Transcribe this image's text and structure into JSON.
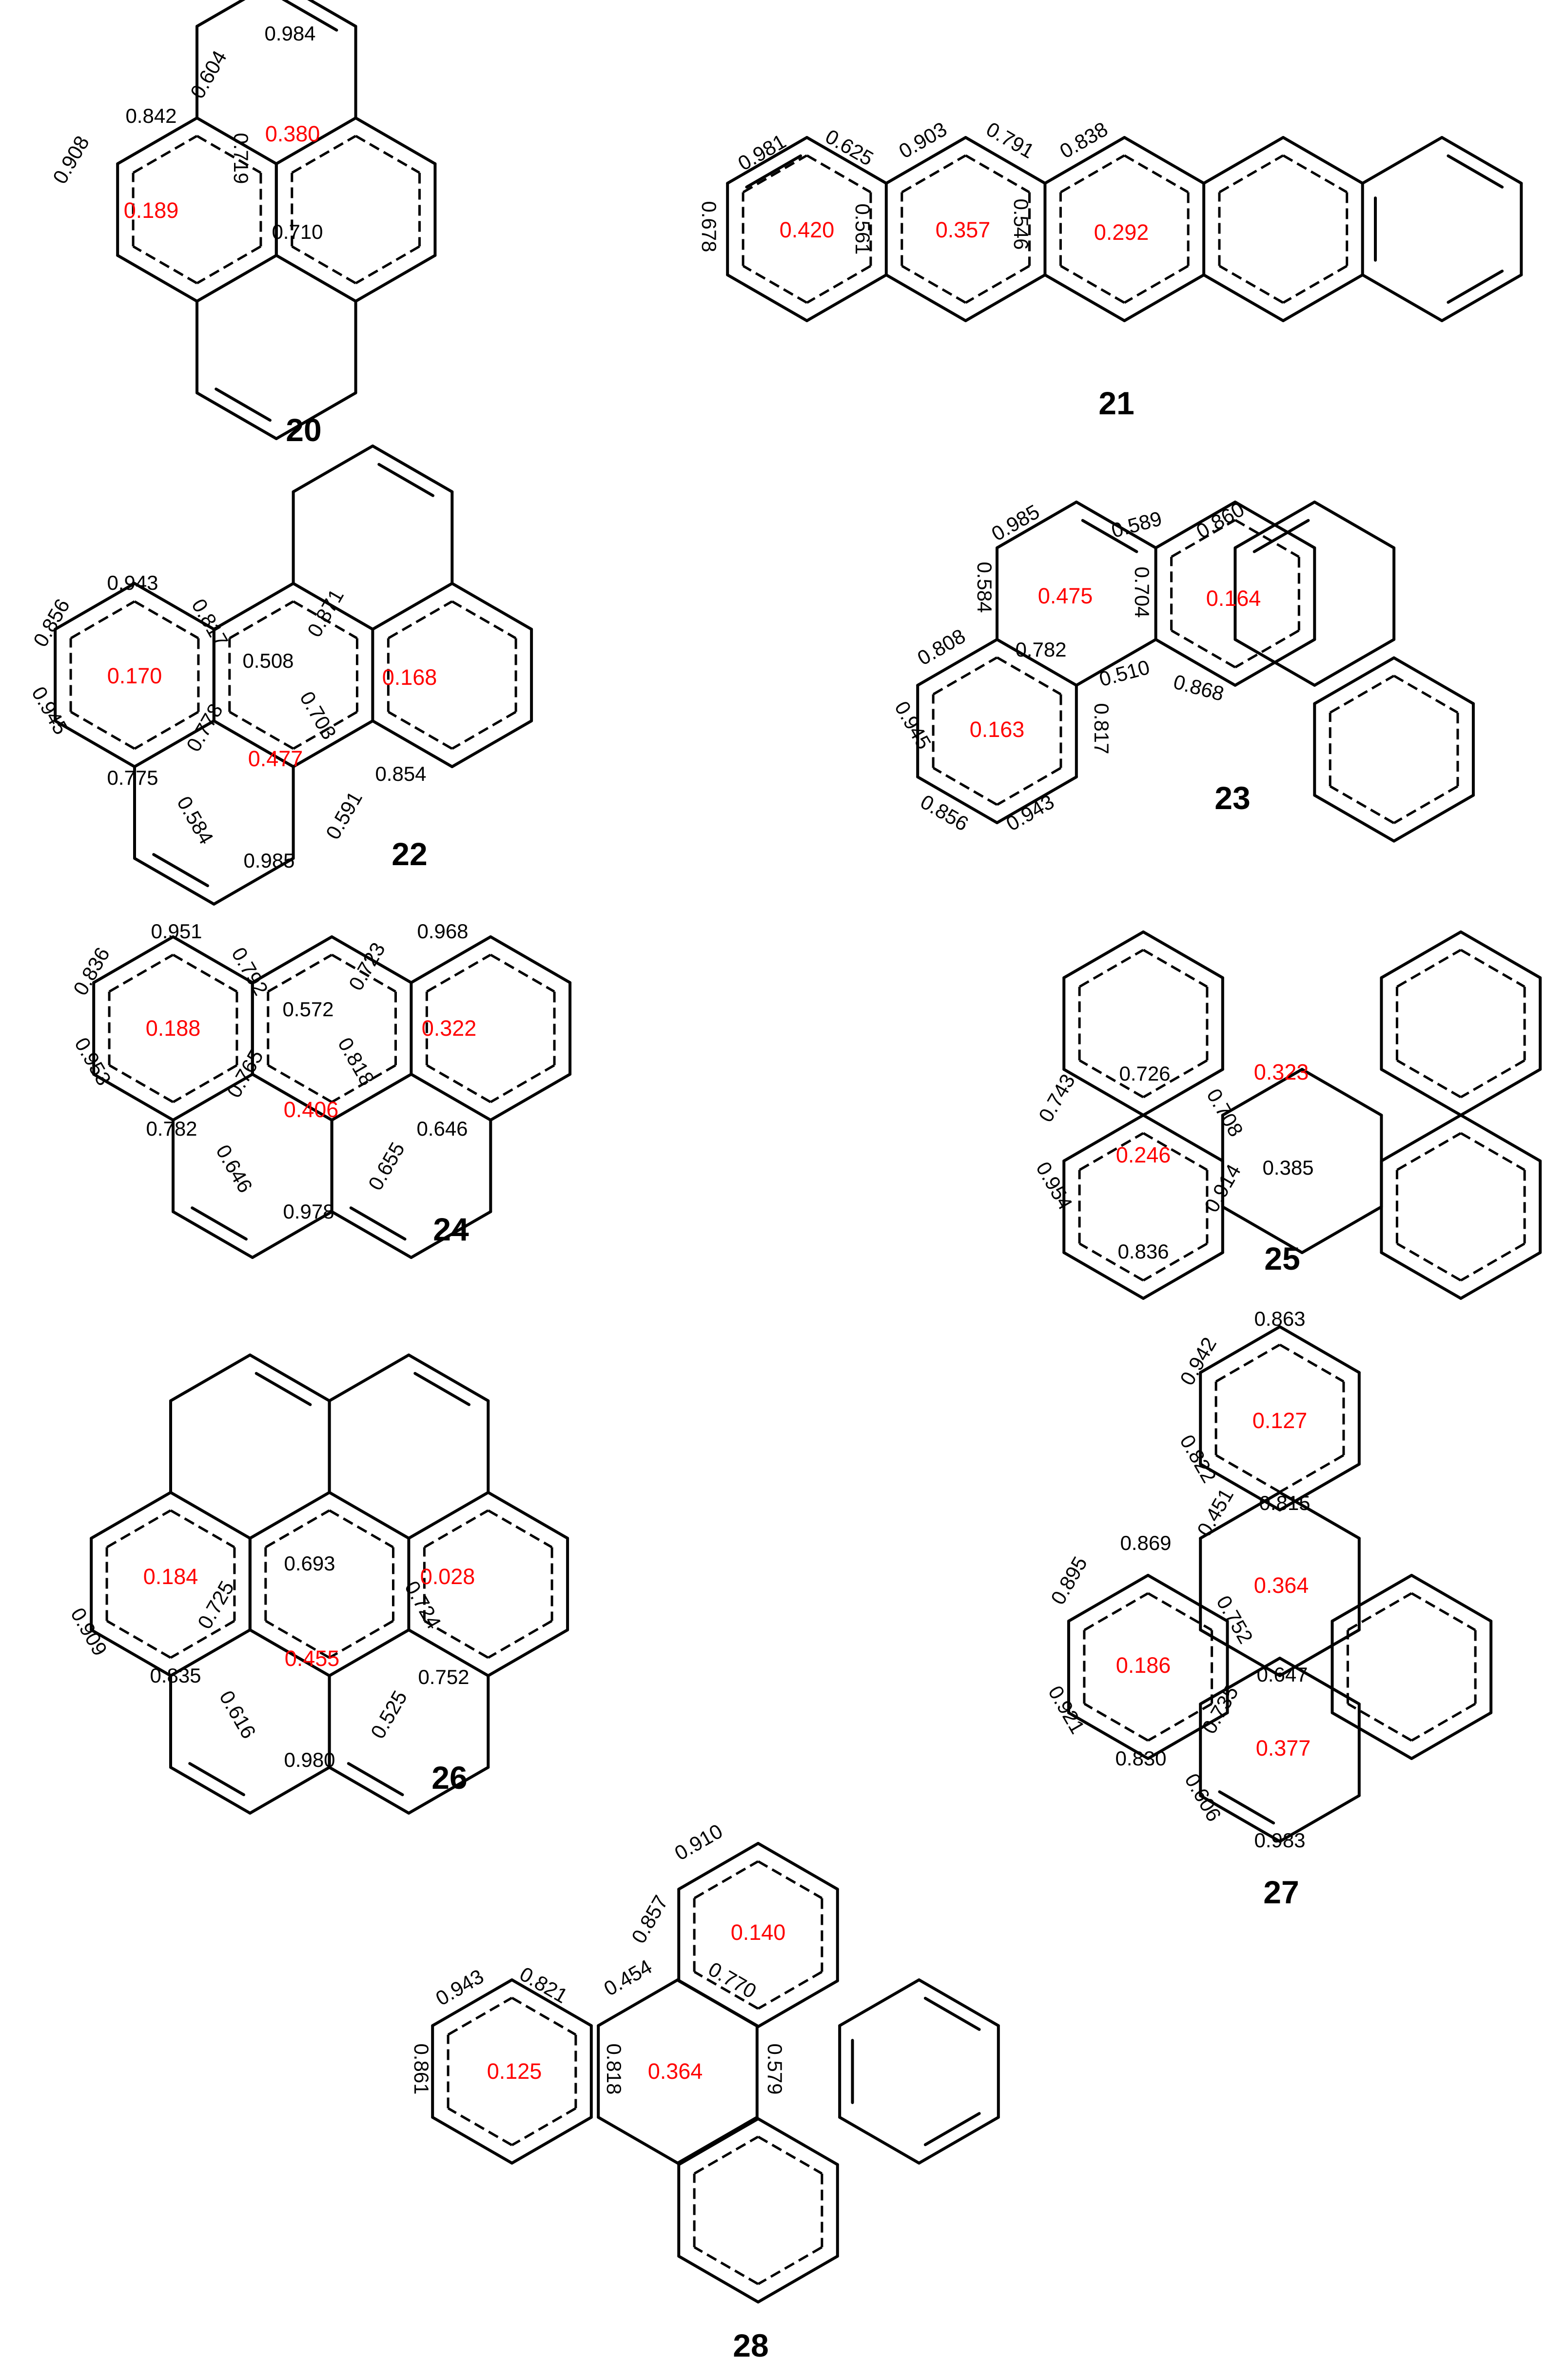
{
  "colors": {
    "bond": "#000000",
    "bond_label": "#000000",
    "ring_label": "#ff0000"
  },
  "compounds": [
    {
      "id": "20",
      "bond_labels": [
        "0.984",
        "0.604",
        "0.842",
        "0.908",
        "0.719",
        "0.710"
      ],
      "ring_labels": [
        "0.380",
        "0.189"
      ]
    },
    {
      "id": "21",
      "bond_labels": [
        "0.981",
        "0.625",
        "0.903",
        "0.791",
        "0.838",
        "0.678",
        "0.561",
        "0.546"
      ],
      "ring_labels": [
        "0.420",
        "0.357",
        "0.292"
      ]
    },
    {
      "id": "22",
      "bond_labels": [
        "0.943",
        "0.856",
        "0.817",
        "0.871",
        "0.508",
        "0.945",
        "0.778",
        "0.703",
        "0.775",
        "0.584",
        "0.591",
        "0.854",
        "0.985"
      ],
      "ring_labels": [
        "0.170",
        "0.168",
        "0.477"
      ]
    },
    {
      "id": "23",
      "bond_labels": [
        "0.985",
        "0.589",
        "0.860",
        "0.584",
        "0.704",
        "0.808",
        "0.782",
        "0.510",
        "0.868",
        "0.945",
        "0.817",
        "0.856",
        "0.943"
      ],
      "ring_labels": [
        "0.475",
        "0.164",
        "0.163"
      ]
    },
    {
      "id": "24",
      "bond_labels": [
        "0.951",
        "0.968",
        "0.836",
        "0.792",
        "0.723",
        "0.572",
        "0.953",
        "0.765",
        "0.818",
        "0.782",
        "0.646",
        "0.655",
        "0.646",
        "0.978"
      ],
      "ring_labels": [
        "0.188",
        "0.322",
        "0.406"
      ]
    },
    {
      "id": "25",
      "bond_labels": [
        "0.726",
        "0.743",
        "0.708",
        "0.954",
        "0.914",
        "0.385",
        "0.836"
      ],
      "ring_labels": [
        "0.323",
        "0.246"
      ]
    },
    {
      "id": "26",
      "bond_labels": [
        "0.693",
        "0.725",
        "0.724",
        "0.909",
        "0.835",
        "0.616",
        "0.525",
        "0.752",
        "0.980"
      ],
      "ring_labels": [
        "0.184",
        "0.028",
        "0.455"
      ]
    },
    {
      "id": "27",
      "bond_labels": [
        "0.863",
        "0.942",
        "0.822",
        "0.451",
        "0.815",
        "0.869",
        "0.895",
        "0.752",
        "0.647",
        "0.921",
        "0.735",
        "0.830",
        "0.606",
        "0.983"
      ],
      "ring_labels": [
        "0.127",
        "0.364",
        "0.186",
        "0.377"
      ]
    },
    {
      "id": "28",
      "bond_labels": [
        "0.910",
        "0.857",
        "0.943",
        "0.821",
        "0.454",
        "0.770",
        "0.861",
        "0.818",
        "0.579"
      ],
      "ring_labels": [
        "0.140",
        "0.125",
        "0.364"
      ]
    }
  ]
}
